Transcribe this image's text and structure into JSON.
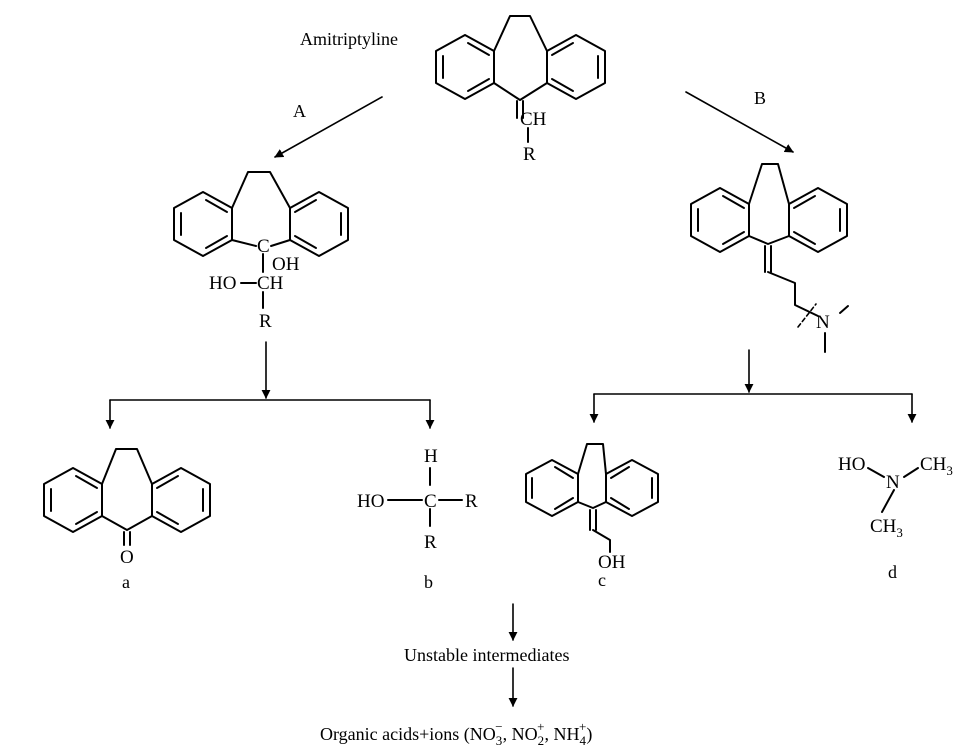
{
  "title": "Amitriptyline",
  "paths": {
    "a": "A",
    "b": "B"
  },
  "start_atoms": {
    "ch": "CH",
    "r": "R"
  },
  "intA_atoms": {
    "c": "C",
    "oh": "OH",
    "ho": "HO",
    "ch": "CH",
    "r": "R"
  },
  "intB_atoms": {
    "n": "N"
  },
  "prod_b_atoms": {
    "h": "H",
    "ho": "HO",
    "c": "C",
    "r_right": "R",
    "r_bottom": "R"
  },
  "prod_a_atoms": {
    "o": "O"
  },
  "prod_c_atoms": {
    "oh": "OH"
  },
  "prod_d_atoms": {
    "ho": "HO",
    "n": "N",
    "ch": "CH",
    "three": "3"
  },
  "products": {
    "a": "a",
    "b": "b",
    "c": "c",
    "d": "d"
  },
  "unstable": "Unstable intermediates",
  "final": {
    "prefix": "Organic acids+ions (NO",
    "no3_sub": "3",
    "no3_sup": "−",
    "mid1": ", NO",
    "no2_sub": "2",
    "no2_sup": "+",
    "mid2": ", NH",
    "nh4_sub": "4",
    "nh4_sup": "+",
    "suffix": ")"
  }
}
